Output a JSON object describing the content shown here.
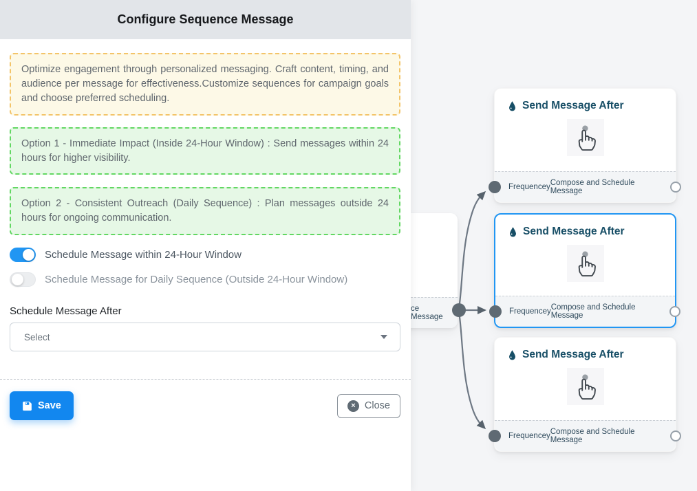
{
  "panel": {
    "title": "Configure Sequence Message",
    "info_box": "Optimize engagement through personalized messaging. Craft content, timing, and audience per message for effectiveness.Customize sequences for campaign goals and choose preferred scheduling.",
    "option_boxes": [
      "Option 1 - Immediate Impact (Inside 24-Hour Window) : Send messages within 24 hours for higher visibility.",
      "Option 2 - Consistent Outreach (Daily Sequence) : Plan messages outside 24 hours for ongoing communication."
    ],
    "toggles": [
      {
        "label": "Schedule Message within 24-Hour Window",
        "state": "on"
      },
      {
        "label": "Schedule Message for Daily Sequence (Outside 24-Hour Window)",
        "state": "off"
      }
    ],
    "schedule_after": {
      "label": "Schedule Message After",
      "selected_value": "Select"
    },
    "buttons": {
      "save": "Save",
      "close": "Close"
    }
  },
  "canvas": {
    "partial_node": {
      "footer_visible_text": "ce Message"
    },
    "nodes": [
      {
        "title": "Send Message After",
        "footer_left": "Frequencey",
        "footer_right": "Compose and Schedule Message",
        "selected": false
      },
      {
        "title": "Send Message After",
        "footer_left": "Frequencey",
        "footer_right": "Compose and Schedule Message",
        "selected": true
      },
      {
        "title": "Send Message After",
        "footer_left": "Frequencey",
        "footer_right": "Compose and Schedule Message",
        "selected": false
      }
    ]
  },
  "icons": {
    "node_title": "water-drop-icon",
    "node_body": "hand-pointer-icon",
    "save": "floppy-disk-icon",
    "close": "circle-x-icon",
    "select": "caret-down-icon"
  },
  "colors": {
    "accent_blue": "#2196f3",
    "save_button_blue": "#1287ef",
    "node_title_text": "#174e66",
    "edge_gray": "#6e7884",
    "handle_gray": "#5f6a73",
    "warning_border": "#f3c469",
    "warning_bg": "#fdf9e7",
    "success_border": "#62d762",
    "success_bg": "#e6f8e6",
    "canvas_bg": "#f4f5f7",
    "panel_header_bg": "#e2e5e9"
  }
}
